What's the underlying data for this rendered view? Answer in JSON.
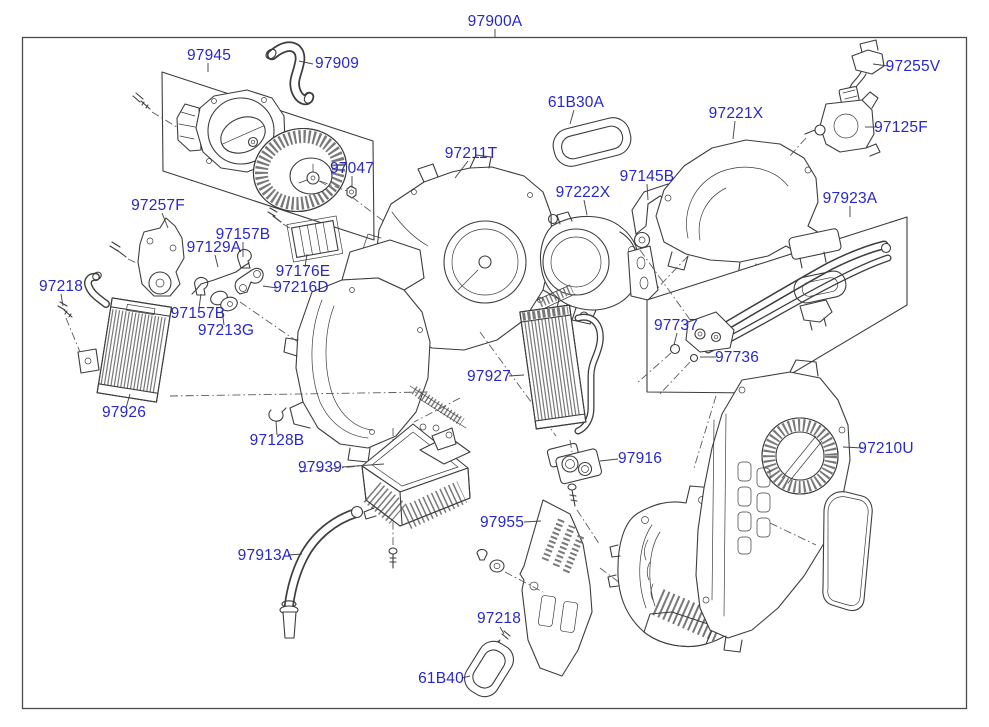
{
  "diagram": {
    "colors": {
      "label": "#2828c8",
      "line": "#3d3d3d",
      "border": "#4c4c4c",
      "background": "#ffffff"
    },
    "assembly_label": "97900A",
    "labels": [
      {
        "text": "97900A"
      },
      {
        "text": "97945"
      },
      {
        "text": "97909"
      },
      {
        "text": "97047"
      },
      {
        "text": "97211T"
      },
      {
        "text": "61B30A"
      },
      {
        "text": "97221X"
      },
      {
        "text": "97255V"
      },
      {
        "text": "97125F"
      },
      {
        "text": "97222X"
      },
      {
        "text": "97145B"
      },
      {
        "text": "97923A"
      },
      {
        "text": "97257F"
      },
      {
        "text": "97157B"
      },
      {
        "text": "97129A"
      },
      {
        "text": "97176E"
      },
      {
        "text": "97216D"
      },
      {
        "text": "97218"
      },
      {
        "text": "97157B"
      },
      {
        "text": "97213G"
      },
      {
        "text": "97926"
      },
      {
        "text": "97927"
      },
      {
        "text": "97737"
      },
      {
        "text": "97736"
      },
      {
        "text": "97128B"
      },
      {
        "text": "97939"
      },
      {
        "text": "97916"
      },
      {
        "text": "97210U"
      },
      {
        "text": "97955"
      },
      {
        "text": "97913A"
      },
      {
        "text": "97218"
      },
      {
        "text": "61B40"
      }
    ]
  }
}
